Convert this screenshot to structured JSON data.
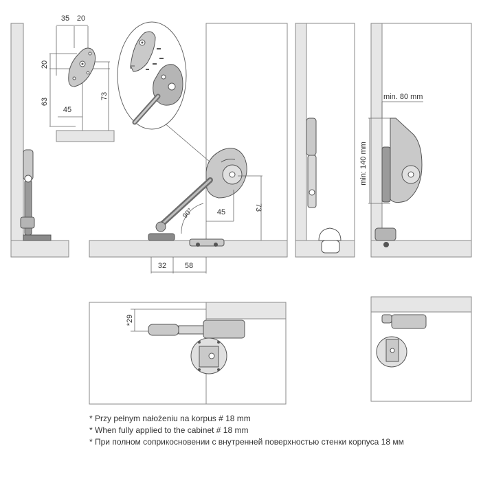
{
  "dimensions": {
    "plate_width_a": "35",
    "plate_width_b": "20",
    "plate_height_top": "20",
    "plate_height_mid": "63",
    "plate_height_total": "73",
    "plate_offset": "45",
    "side_offset": "45",
    "side_height": "73",
    "angle": "90°",
    "base_left": "32",
    "base_right": "58",
    "min_width": "min. 80 mm",
    "min_height": "min: 140 mm",
    "top_offset": "*29"
  },
  "notes": [
    "* Przy pełnym nałożeniu na korpus # 18 mm",
    "* When fully applied to the cabinet # 18 mm",
    "* При полном соприкосновении с внутренней поверхностью стенки корпуса 18 мм"
  ],
  "colors": {
    "panel_fill": "#e6e6e6",
    "panel_stroke": "#8a8a8a",
    "line": "#555555",
    "part_dark": "#6e6e6e",
    "part_light": "#c9c9c9",
    "text": "#333333"
  }
}
